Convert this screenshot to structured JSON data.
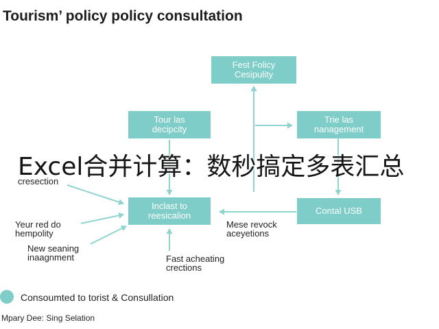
{
  "title": "Tourism’ policy policy consultation",
  "colors": {
    "box": "#7ecdc8",
    "line": "#8fd3cf"
  },
  "boxes": {
    "top": "Fest Folicy\nCesipulity",
    "left": "Tour las\ndecipcity",
    "right": "Trie las\nnanagement",
    "center": "Inclast to\nreesicalion",
    "contal": "Contal USB"
  },
  "labels": {
    "cresection": "cresection",
    "your_red": "Yeur red do\nhempolity",
    "new_seaning": "New seaning\ninaagnment",
    "mese": "Mese revock\naceyetions",
    "fast": "Fast acheating\ncrections"
  },
  "overlay_text": "Excel合并计算：数秒搞定多表汇总",
  "legend": {
    "label": "Consoumted to torist & Consullation"
  },
  "footer": "Mpary Dee: Sing Selation"
}
